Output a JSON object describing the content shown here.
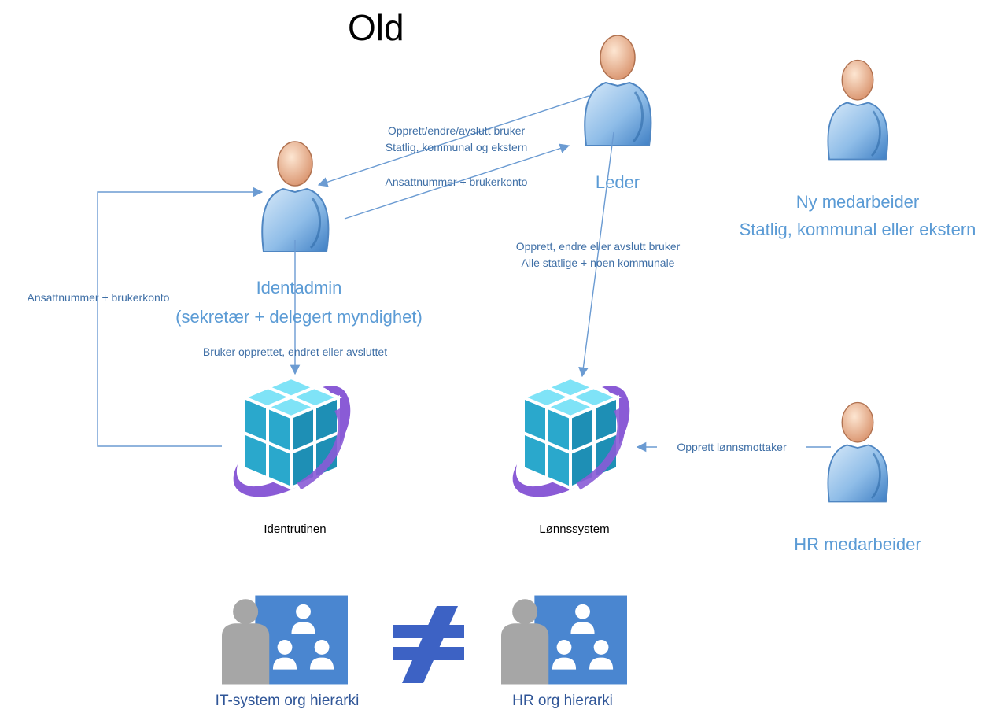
{
  "title": "Old",
  "roles": {
    "leder": "Leder",
    "ny_medarbeider_line1": "Ny medarbeider",
    "ny_medarbeider_line2": "Statlig, kommunal eller ekstern",
    "identadmin_line1": "Identadmin",
    "identadmin_line2": "(sekretær + delegert myndighet)",
    "hr_medarbeider": "HR medarbeider"
  },
  "edges": {
    "leder_to_identadmin_line1": "Opprett/endre/avslutt bruker",
    "leder_to_identadmin_line2": "Statlig, kommunal og ekstern",
    "identadmin_to_leder": "Ansattnummer + brukerkonto",
    "identrutinen_to_identadmin": "Ansattnummer + brukerkonto",
    "leder_to_lonnssystem_line1": "Opprett, endre eller avslutt bruker",
    "leder_to_lonnssystem_line2": "Alle statlige + noen kommunale",
    "identadmin_to_identrutinen": "Bruker opprettet, endret eller avsluttet",
    "hr_to_lonnssystem": "Opprett lønnsmottaker"
  },
  "systems": {
    "identrutinen": "Identrutinen",
    "lonnssystem": "Lønnssystem"
  },
  "bottom": {
    "it_hierarchy": "IT-system org hierarki",
    "not_equal_symbol": "≠",
    "hr_hierarchy": "HR org hierarki"
  },
  "colors": {
    "role_text": "#5b9bd5",
    "edge_text": "#3f6fa6",
    "arrow": "#6b9bd2",
    "cube_light": "#7fe3f7",
    "cube_dark": "#2aa8cc",
    "ring": "#8a5bd6",
    "org_panel": "#4a86d0",
    "not_equal": "#3d62c4"
  },
  "icons": [
    "person-icon",
    "database-cube-icon",
    "org-hierarchy-icon",
    "not-equal-icon"
  ]
}
